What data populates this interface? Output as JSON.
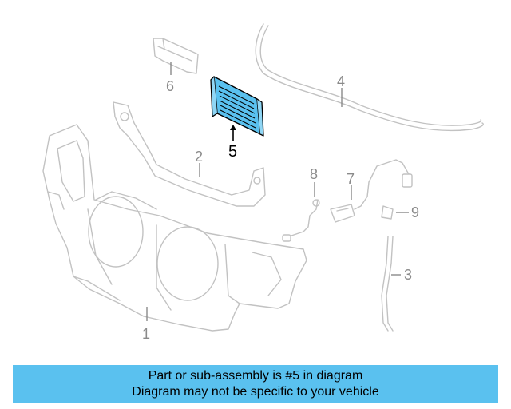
{
  "diagram": {
    "callouts": [
      "1",
      "2",
      "3",
      "4",
      "5",
      "6",
      "7",
      "8",
      "9"
    ],
    "highlight_color": "#5ac1ef",
    "highlighted_part": "5"
  },
  "banner": {
    "line1": "Part or sub-assembly is #5 in diagram",
    "line2": "Diagram may not be specific to your vehicle",
    "color": "#5ac1ef"
  }
}
